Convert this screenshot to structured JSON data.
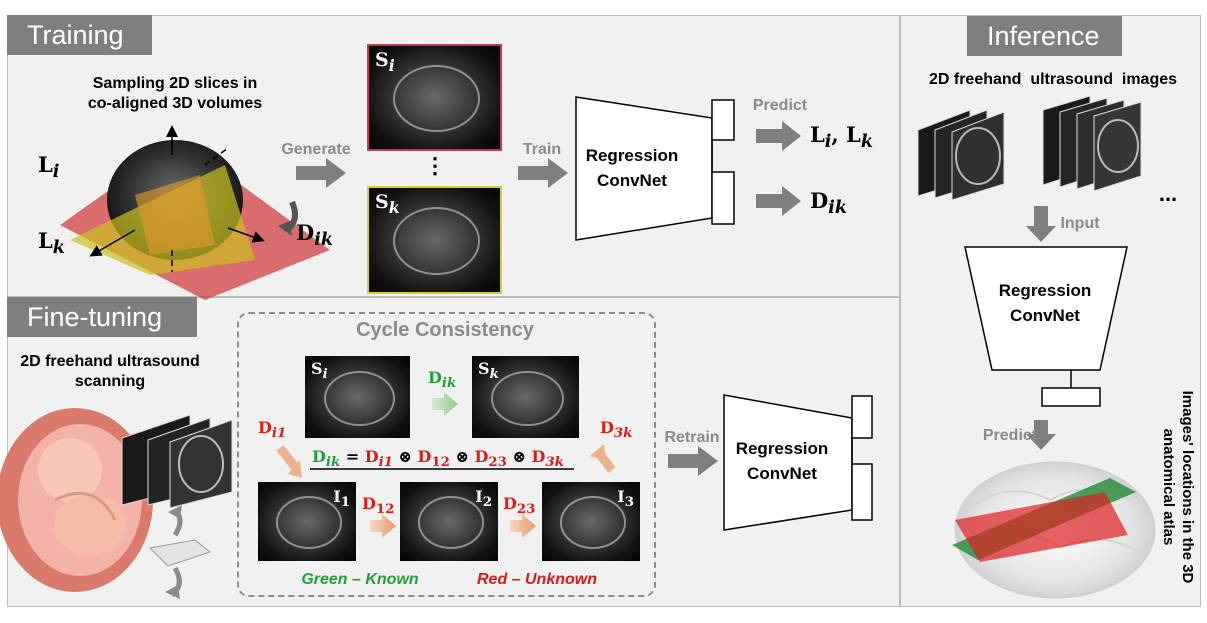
{
  "training": {
    "tab": "Training",
    "sampling_label": "Sampling 2D slices in co-aligned 3D volumes",
    "L_i": "L",
    "L_i_sub": "i",
    "L_k": "L",
    "L_k_sub": "k",
    "D_ik": "D",
    "D_ik_sub": "ik",
    "generate": "Generate",
    "S_i": "S",
    "S_i_sub": "i",
    "S_k": "S",
    "S_k_sub": "k",
    "ellipsis": "⋮",
    "train": "Train",
    "net_label_1": "Regression",
    "net_label_2": "ConvNet",
    "predict": "Predict",
    "out1": "L",
    "out1_sub_a": "i",
    "out1_mid": ", L",
    "out1_sub_b": "k",
    "out2": "D",
    "out2_sub": "ik",
    "colors": {
      "S_i_border": "#c0395a",
      "S_k_border": "#d4cf2a",
      "volume_red": "#d04040",
      "volume_yellow": "#c9c020"
    }
  },
  "finetuning": {
    "tab": "Fine-tuning",
    "scan_label": "2D freehand ultrasound scanning",
    "cycle_title": "Cycle Consistency",
    "S_i": "S",
    "S_i_sub": "i",
    "S_k": "S",
    "S_k_sub": "k",
    "D_ik": "D",
    "D_ik_sub": "ik",
    "D_i1": "D",
    "D_i1_sub": "i1",
    "D_3k": "D",
    "D_3k_sub": "3k",
    "eq_lhs": "D",
    "eq_lhs_sub": "ik",
    "eq_eq": " = ",
    "eq_t1": "D",
    "eq_t1_sub": "i1",
    "eq_t2": "D",
    "eq_t2_sub": "12",
    "eq_t3": "D",
    "eq_t3_sub": "23",
    "eq_t4": "D",
    "eq_t4_sub": "3k",
    "otimes": "⊗",
    "I1": "I",
    "I1_sub": "1",
    "I2": "I",
    "I2_sub": "2",
    "I3": "I",
    "I3_sub": "3",
    "D12": "D",
    "D12_sub": "12",
    "D23": "D",
    "D23_sub": "23",
    "green_known": "Green – Known",
    "red_unknown": "Red – Unknown",
    "retrain": "Retrain",
    "net_label_1": "Regression",
    "net_label_2": "ConvNet",
    "colors": {
      "known": "#1f9e3a",
      "unknown": "#e01818"
    }
  },
  "inference": {
    "tab": "Inference",
    "images_label": "2D freehand  ultrasound  images",
    "dots": "...",
    "input": "Input",
    "net_label_1": "Regression",
    "net_label_2": "ConvNet",
    "predict": "Predict",
    "atlas_label": "Images' locations in the 3D anatomical atlas"
  }
}
